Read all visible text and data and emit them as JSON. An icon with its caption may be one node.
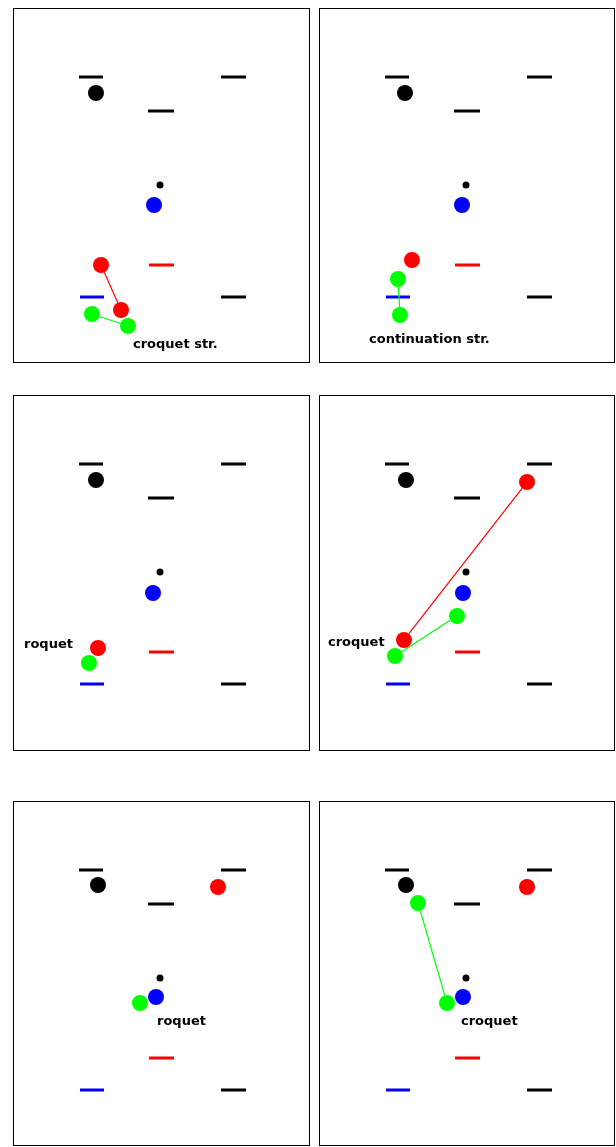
{
  "diagram": {
    "nodes": [
      {
        "text": [
          "croquet str."
        ]
      },
      {
        "text": [],
        "shape": "circle",
        "in": 0
      },
      {
        "text": [],
        "shape": "circle",
        "in": 0
      },
      {
        "text": [],
        "shape": "circle",
        "in": 0
      },
      {
        "text": [],
        "shape": "circle",
        "in": 0
      },
      {
        "text": [],
        "shape": "circle",
        "in": 0
      },
      {
        "text": [],
        "shape": "circle",
        "in": 0
      },
      {
        "text": [
          "continuation str."
        ]
      },
      {
        "text": [],
        "shape": "circle",
        "in": 7
      },
      {
        "text": [],
        "shape": "circle",
        "in": 7
      },
      {
        "text": [],
        "shape": "circle",
        "in": 7
      },
      {
        "text": [],
        "shape": "circle",
        "in": 7
      },
      {
        "text": [],
        "shape": "circle",
        "in": 7
      },
      {
        "text": [
          "roquet"
        ]
      },
      {
        "text": [],
        "shape": "circle",
        "in": 13
      },
      {
        "text": [],
        "shape": "circle",
        "in": 13
      },
      {
        "text": [],
        "shape": "circle",
        "in": 13
      },
      {
        "text": [],
        "shape": "circle",
        "in": 13
      },
      {
        "text": [
          "croquet"
        ]
      },
      {
        "text": [],
        "shape": "circle",
        "in": 18
      },
      {
        "text": [],
        "shape": "circle",
        "in": 18
      },
      {
        "text": [],
        "shape": "circle",
        "in": 18
      },
      {
        "text": [],
        "shape": "circle",
        "in": 18
      },
      {
        "text": [],
        "shape": "circle",
        "in": 18
      },
      {
        "text": [],
        "shape": "circle",
        "in": 18
      },
      {
        "text": [
          "roquet"
        ]
      },
      {
        "text": [],
        "shape": "circle",
        "in": 25
      },
      {
        "text": [],
        "shape": "circle",
        "in": 25
      },
      {
        "text": [],
        "shape": "circle",
        "in": 25
      },
      {
        "text": [],
        "shape": "circle",
        "in": 25
      },
      {
        "text": [
          "croquet"
        ]
      },
      {
        "text": [],
        "shape": "circle",
        "in": 30
      },
      {
        "text": [],
        "shape": "circle",
        "in": 30
      },
      {
        "text": [],
        "shape": "circle",
        "in": 30
      },
      {
        "text": [],
        "shape": "circle",
        "in": 30
      },
      {
        "text": [],
        "shape": "circle",
        "in": 30
      }
    ],
    "edges": [
      {
        "from": 3,
        "to": 4,
        "arrow": "none",
        "color": "#ff0000"
      },
      {
        "from": 5,
        "to": 6,
        "arrow": "none"
      },
      {
        "from": 11,
        "to": 12,
        "arrow": "none"
      },
      {
        "from": 23,
        "to": 20,
        "arrow": "none",
        "color": "#ff0000"
      },
      {
        "from": 24,
        "to": 22,
        "arrow": "none"
      },
      {
        "from": 33,
        "to": 35,
        "arrow": "none"
      }
    ]
  }
}
